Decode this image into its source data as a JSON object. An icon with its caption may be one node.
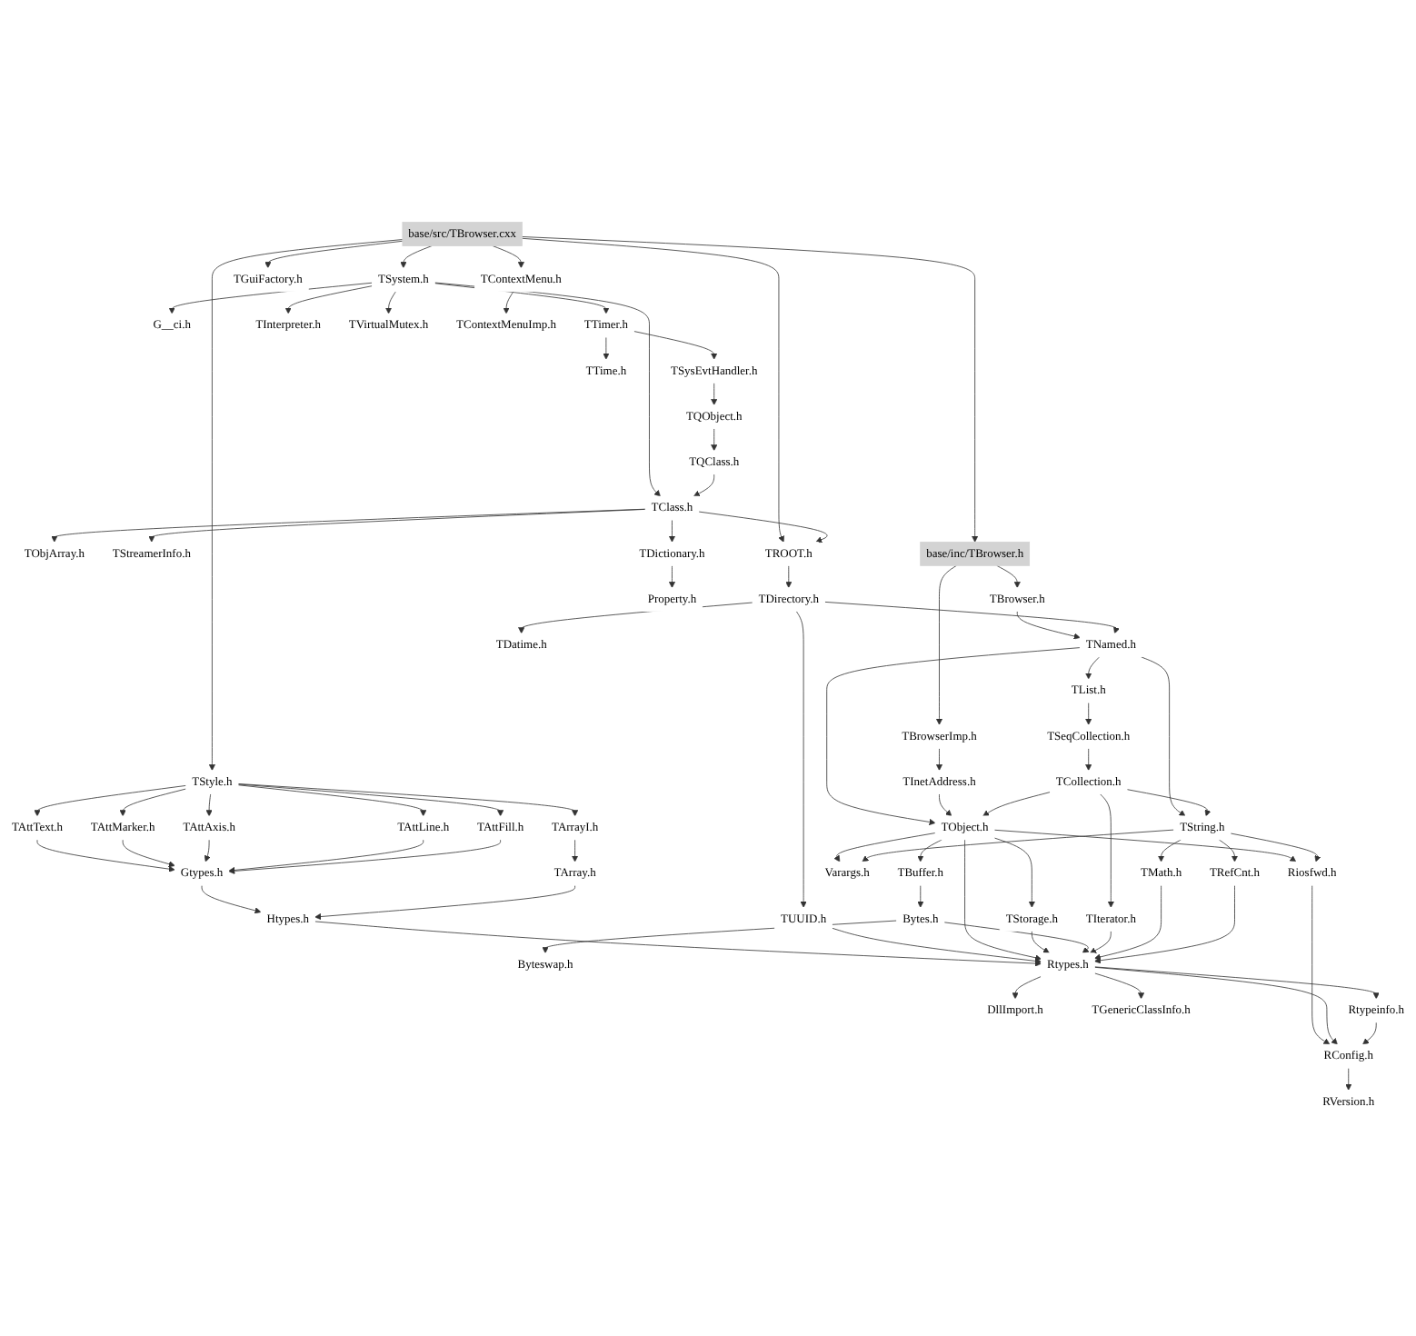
{
  "diagram": {
    "nodes": [
      {
        "text": [
          "base/src/TBrowser.cxx"
        ]
      },
      {
        "text": [
          "TSystem.h"
        ]
      },
      {
        "text": [
          "G__ci.h"
        ]
      },
      {
        "text": [
          "TTimer.h"
        ]
      },
      {
        "text": [
          "TInterpreter.h"
        ]
      },
      {
        "text": [
          "TSysEvtHandler.h"
        ]
      },
      {
        "text": [
          "TGuiFactory.h"
        ]
      },
      {
        "text": [
          "TQObject.h"
        ]
      },
      {
        "text": [
          "TTime.h"
        ]
      },
      {
        "text": [
          "TQClass.h"
        ]
      },
      {
        "text": [
          "TVirtualMutex.h"
        ]
      },
      {
        "text": [
          "TClass.h"
        ]
      },
      {
        "text": [
          "TObjArray.h"
        ]
      },
      {
        "text": [
          "TStreamerInfo.h"
        ]
      },
      {
        "text": [
          "TDictionary.h"
        ]
      },
      {
        "text": [
          "TROOT.h"
        ]
      },
      {
        "text": [
          "base/inc/TBrowser.h"
        ]
      },
      {
        "text": [
          "TBrowser.h"
        ]
      },
      {
        "text": [
          "Property.h"
        ]
      },
      {
        "text": [
          "TDirectory.h"
        ]
      },
      {
        "text": [
          "TContextMenu.h"
        ]
      },
      {
        "text": [
          "TStyle.h"
        ]
      },
      {
        "text": [
          "TBrowserImp.h"
        ]
      },
      {
        "text": [
          "TNamed.h"
        ]
      },
      {
        "text": [
          "TAttText.h"
        ]
      },
      {
        "text": [
          "TAttMarker.h"
        ]
      },
      {
        "text": [
          "TAttAxis.h"
        ]
      },
      {
        "text": [
          "TAttLine.h"
        ]
      },
      {
        "text": [
          "TAttFill.h"
        ]
      },
      {
        "text": [
          "TArrayI.h"
        ]
      },
      {
        "text": [
          "TList.h"
        ]
      },
      {
        "text": [
          "TDatime.h"
        ]
      },
      {
        "text": [
          "Gtypes.h"
        ]
      },
      {
        "text": [
          "TArray.h"
        ]
      },
      {
        "text": [
          "TSeqCollection.h"
        ]
      },
      {
        "text": [
          "TContextMenuImp.h"
        ]
      },
      {
        "text": [
          "Htypes.h"
        ]
      },
      {
        "text": [
          "TInetAddress.h"
        ]
      },
      {
        "text": [
          "TCollection.h"
        ]
      },
      {
        "text": [
          "TUUID.h"
        ]
      },
      {
        "text": [
          "TObject.h"
        ]
      },
      {
        "text": [
          "TString.h"
        ]
      },
      {
        "text": [
          "TBuffer.h"
        ]
      },
      {
        "text": [
          "TStorage.h"
        ]
      },
      {
        "text": [
          "Varargs.h"
        ]
      },
      {
        "text": [
          "Riosfwd.h"
        ]
      },
      {
        "text": [
          "Bytes.h"
        ]
      },
      {
        "text": [
          "TIterator.h"
        ]
      },
      {
        "text": [
          "TMath.h"
        ]
      },
      {
        "text": [
          "TRefCnt.h"
        ]
      },
      {
        "text": [
          "Byteswap.h"
        ]
      },
      {
        "text": [
          "Rtypes.h"
        ]
      },
      {
        "text": [
          "DllImport.h"
        ]
      },
      {
        "text": [
          "TGenericClassInfo.h"
        ]
      },
      {
        "text": [
          "Rtypeinfo.h"
        ]
      },
      {
        "text": [
          "RConfig.h"
        ]
      },
      {
        "text": [
          "RVersion.h"
        ]
      }
    ],
    "edges": [
      {
        "from": 0,
        "to": 1,
        "arrow": "to"
      },
      {
        "from": 0,
        "to": 16,
        "arrow": "to"
      },
      {
        "from": 0,
        "to": 6,
        "arrow": "to"
      },
      {
        "from": 0,
        "to": 15,
        "arrow": "to"
      },
      {
        "from": 0,
        "to": 20,
        "arrow": "to"
      },
      {
        "from": 0,
        "to": 21,
        "arrow": "to"
      },
      {
        "from": 1,
        "to": 2,
        "arrow": "to"
      },
      {
        "from": 1,
        "to": 3,
        "arrow": "to"
      },
      {
        "from": 1,
        "to": 4,
        "arrow": "to"
      },
      {
        "from": 1,
        "to": 10,
        "arrow": "to"
      },
      {
        "from": 1,
        "to": 11,
        "arrow": "to"
      },
      {
        "from": 3,
        "to": 5,
        "arrow": "to"
      },
      {
        "from": 3,
        "to": 8,
        "arrow": "to"
      },
      {
        "from": 5,
        "to": 7,
        "arrow": "to"
      },
      {
        "from": 7,
        "to": 9,
        "arrow": "to"
      },
      {
        "from": 9,
        "to": 11,
        "arrow": "to"
      },
      {
        "from": 11,
        "to": 12,
        "arrow": "to"
      },
      {
        "from": 11,
        "to": 13,
        "arrow": "to"
      },
      {
        "from": 11,
        "to": 14,
        "arrow": "to"
      },
      {
        "from": 11,
        "to": 15,
        "arrow": "to"
      },
      {
        "from": 14,
        "to": 18,
        "arrow": "to"
      },
      {
        "from": 15,
        "to": 19,
        "arrow": "to"
      },
      {
        "from": 16,
        "to": 17,
        "arrow": "to"
      },
      {
        "from": 16,
        "to": 22,
        "arrow": "to"
      },
      {
        "from": 17,
        "to": 23,
        "arrow": "to"
      },
      {
        "from": 19,
        "to": 23,
        "arrow": "to"
      },
      {
        "from": 19,
        "to": 31,
        "arrow": "to"
      },
      {
        "from": 19,
        "to": 39,
        "arrow": "to"
      },
      {
        "from": 20,
        "to": 35,
        "arrow": "to"
      },
      {
        "from": 21,
        "to": 24,
        "arrow": "to"
      },
      {
        "from": 21,
        "to": 25,
        "arrow": "to"
      },
      {
        "from": 21,
        "to": 26,
        "arrow": "to"
      },
      {
        "from": 21,
        "to": 27,
        "arrow": "to"
      },
      {
        "from": 21,
        "to": 28,
        "arrow": "to"
      },
      {
        "from": 21,
        "to": 29,
        "arrow": "to"
      },
      {
        "from": 22,
        "to": 37,
        "arrow": "to"
      },
      {
        "from": 23,
        "to": 30,
        "arrow": "to"
      },
      {
        "from": 23,
        "to": 40,
        "arrow": "to"
      },
      {
        "from": 23,
        "to": 41,
        "arrow": "to"
      },
      {
        "from": 24,
        "to": 32,
        "arrow": "to"
      },
      {
        "from": 25,
        "to": 32,
        "arrow": "to"
      },
      {
        "from": 26,
        "to": 32,
        "arrow": "to"
      },
      {
        "from": 27,
        "to": 32,
        "arrow": "to"
      },
      {
        "from": 28,
        "to": 32,
        "arrow": "to"
      },
      {
        "from": 29,
        "to": 33,
        "arrow": "to"
      },
      {
        "from": 30,
        "to": 34,
        "arrow": "to"
      },
      {
        "from": 32,
        "to": 36,
        "arrow": "to"
      },
      {
        "from": 33,
        "to": 36,
        "arrow": "to"
      },
      {
        "from": 34,
        "to": 38,
        "arrow": "to"
      },
      {
        "from": 36,
        "to": 51,
        "arrow": "to"
      },
      {
        "from": 37,
        "to": 40,
        "arrow": "to"
      },
      {
        "from": 38,
        "to": 40,
        "arrow": "to"
      },
      {
        "from": 38,
        "to": 41,
        "arrow": "to"
      },
      {
        "from": 38,
        "to": 47,
        "arrow": "to"
      },
      {
        "from": 39,
        "to": 51,
        "arrow": "to"
      },
      {
        "from": 40,
        "to": 42,
        "arrow": "to"
      },
      {
        "from": 40,
        "to": 43,
        "arrow": "to"
      },
      {
        "from": 40,
        "to": 44,
        "arrow": "to"
      },
      {
        "from": 40,
        "to": 45,
        "arrow": "to"
      },
      {
        "from": 40,
        "to": 51,
        "arrow": "to"
      },
      {
        "from": 41,
        "to": 44,
        "arrow": "to"
      },
      {
        "from": 41,
        "to": 45,
        "arrow": "to"
      },
      {
        "from": 41,
        "to": 48,
        "arrow": "to"
      },
      {
        "from": 41,
        "to": 49,
        "arrow": "to"
      },
      {
        "from": 42,
        "to": 46,
        "arrow": "to"
      },
      {
        "from": 43,
        "to": 51,
        "arrow": "to"
      },
      {
        "from": 45,
        "to": 55,
        "arrow": "to"
      },
      {
        "from": 46,
        "to": 50,
        "arrow": "to"
      },
      {
        "from": 46,
        "to": 51,
        "arrow": "to"
      },
      {
        "from": 47,
        "to": 51,
        "arrow": "to"
      },
      {
        "from": 48,
        "to": 51,
        "arrow": "to"
      },
      {
        "from": 49,
        "to": 51,
        "arrow": "to"
      },
      {
        "from": 51,
        "to": 52,
        "arrow": "to"
      },
      {
        "from": 51,
        "to": 53,
        "arrow": "to"
      },
      {
        "from": 51,
        "to": 54,
        "arrow": "to"
      },
      {
        "from": 51,
        "to": 55,
        "arrow": "to"
      },
      {
        "from": 54,
        "to": 55,
        "arrow": "to"
      },
      {
        "from": 55,
        "to": 56,
        "arrow": "to"
      }
    ]
  }
}
